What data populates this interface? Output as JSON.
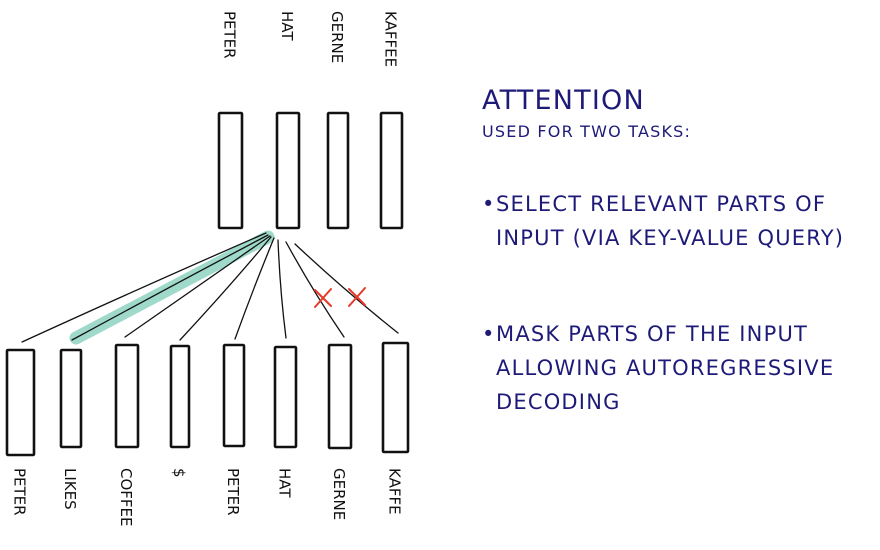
{
  "decoder_tokens": [
    "PETER",
    "HAT",
    "GERNE",
    "KAFFEE"
  ],
  "encoder_tokens": [
    "PETER",
    "LIKES",
    "COFFEE",
    "$",
    "PETER",
    "HAT",
    "GERNE",
    "KAFFE"
  ],
  "highlight_color": "#8fd3c1",
  "mask_color": "#e53a2a",
  "ink_color": "#111111",
  "note_color": "#1e1a78",
  "masked_connections": 2,
  "notes": {
    "title": "ATTENTION",
    "subtitle": "USED FOR TWO TASKS:",
    "bullets": [
      "SELECT RELEVANT PARTS OF INPUT (VIA KEY-VALUE QUERY)",
      "MASK PARTS OF THE INPUT ALLOWING AUTOREGRESSIVE DECODING"
    ],
    "bullet_marker": "•"
  }
}
